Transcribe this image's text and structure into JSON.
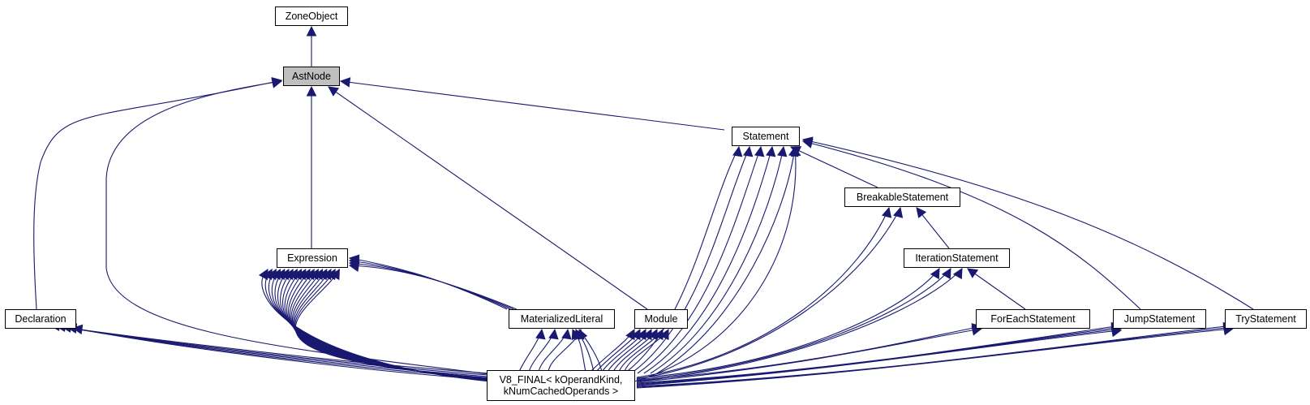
{
  "diagram": {
    "nodes": {
      "zone_object": "ZoneObject",
      "ast_node": "AstNode",
      "statement": "Statement",
      "breakable_statement": "BreakableStatement",
      "iteration_statement": "IterationStatement",
      "expression": "Expression",
      "declaration": "Declaration",
      "materialized_literal": "MaterializedLiteral",
      "module": "Module",
      "for_each_statement": "ForEachStatement",
      "jump_statement": "JumpStatement",
      "try_statement": "TryStatement",
      "v8_final_line1": "V8_FINAL< kOperandKind,",
      "v8_final_line2": "kNumCachedOperands >"
    },
    "highlighted_node": "AstNode",
    "edge_color": "#191970",
    "highlight_color": "#bfbfbf"
  }
}
